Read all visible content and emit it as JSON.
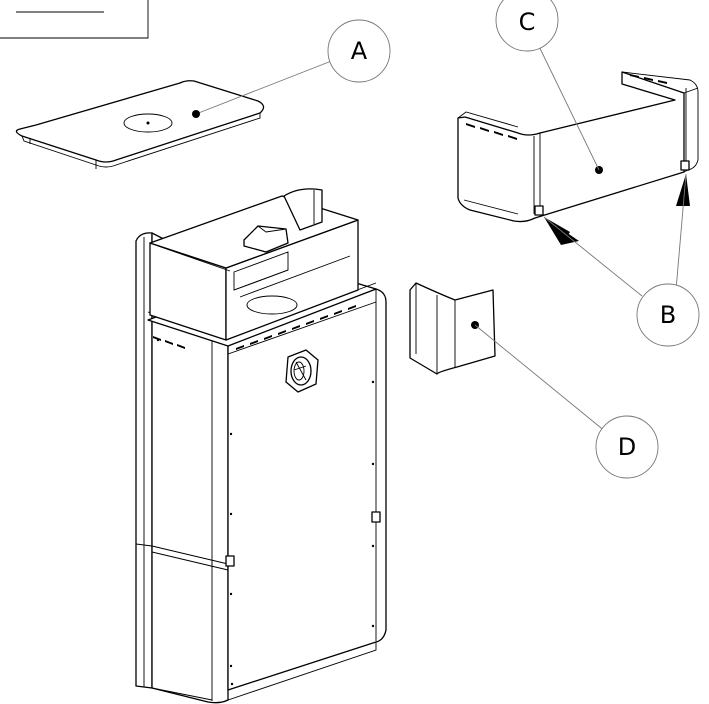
{
  "callouts": {
    "a": {
      "label": "A"
    },
    "b": {
      "label": "B"
    },
    "c": {
      "label": "C"
    },
    "d": {
      "label": "D"
    }
  },
  "colors": {
    "line": "#000000",
    "leader": "#777777",
    "background": "#ffffff"
  }
}
